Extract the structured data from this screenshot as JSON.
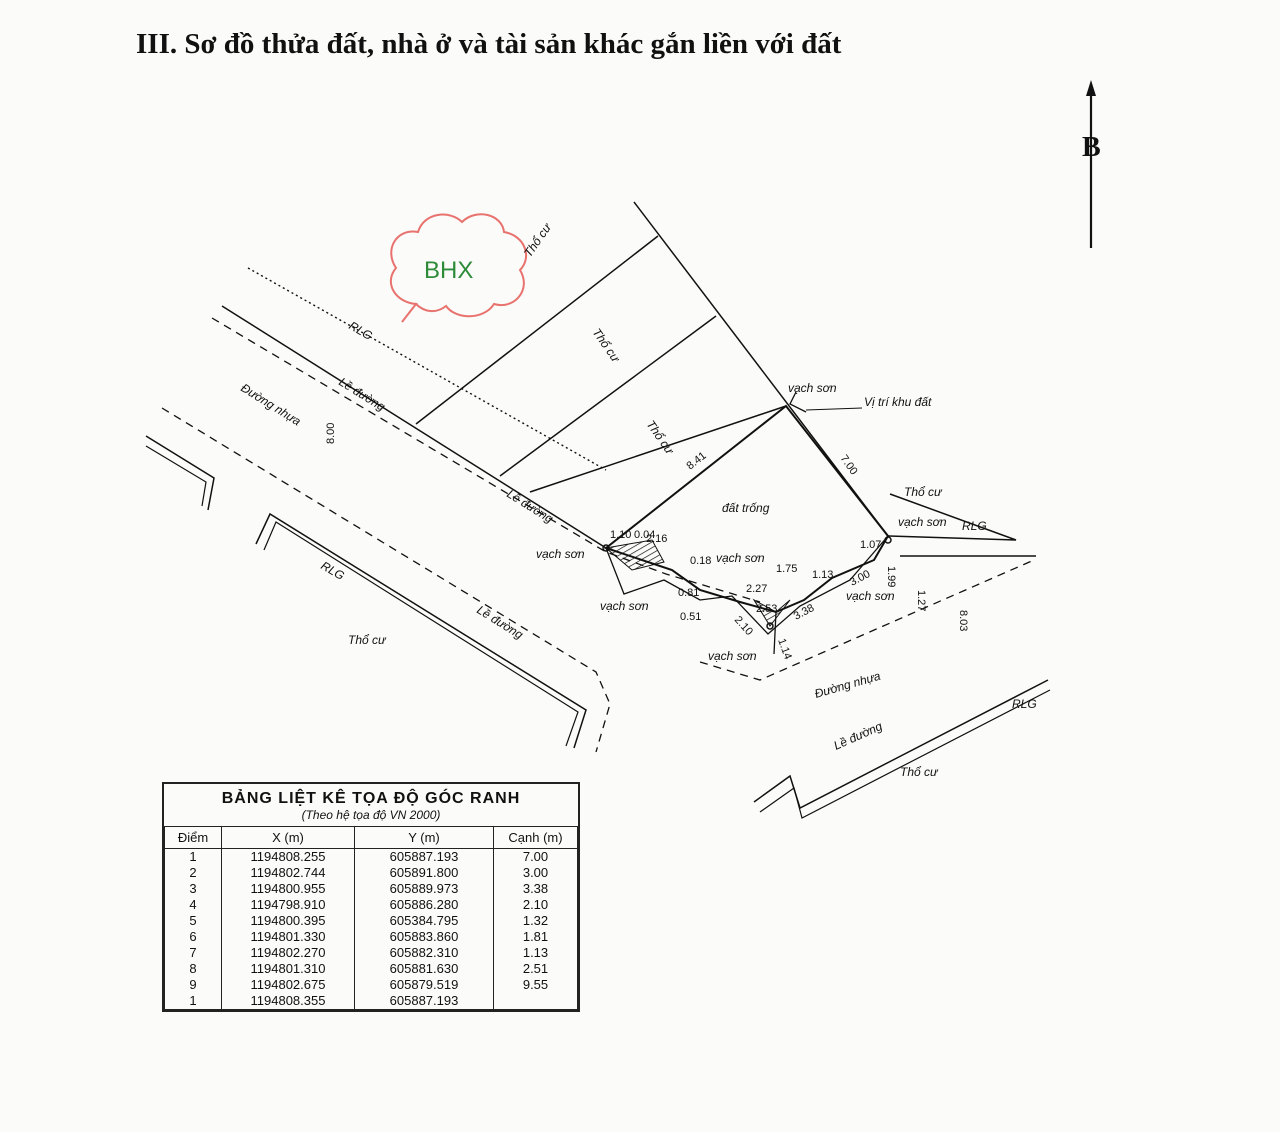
{
  "heading": "III. Sơ đồ thửa đất, nhà ở và tài sản khác gắn liền với đất",
  "north": "B",
  "stamp": "BHX",
  "map_labels": {
    "tho_cu": "Thổ cư",
    "rlg": "RLG",
    "le_duong": "Lề đường",
    "duong_nhua": "Đường nhựa",
    "vach_son": "vạch sơn",
    "vi_tri": "Vị trí khu đất",
    "dat_trong": "đất trống"
  },
  "dimensions": {
    "d_8_00": "8.00",
    "d_8_41": "8.41",
    "d_7_00": "7.00",
    "d_2_16": "2.16",
    "d_0_18": "0.18",
    "d_1_75": "1.75",
    "d_2_27": "2.27",
    "d_2_53": "2.53",
    "d_3_38": "3.38",
    "d_3_00": "3.00",
    "d_1_07": "1.07",
    "d_1_99": "1.99",
    "d_1_27": "1.27",
    "d_8_03": "8.03",
    "d_0_81": "0.81",
    "d_0_51": "0.51",
    "d_2_10": "2.10",
    "d_1_14": "1.14",
    "d_1_13": "1.13",
    "d_1_10": "1.10",
    "d_0_04": "0.04"
  },
  "colors": {
    "ink": "#111111",
    "stamp": "#e8726e",
    "stamp_text": "#2e8b3a"
  },
  "table": {
    "title": "BẢNG LIỆT KÊ TỌA ĐỘ GÓC RANH",
    "subtitle": "(Theo hệ tọa độ VN 2000)",
    "headers": [
      "Điểm",
      "X (m)",
      "Y (m)",
      "Cạnh (m)"
    ],
    "rows": [
      [
        "1",
        "1194808.255",
        "605887.193",
        "7.00"
      ],
      [
        "2",
        "1194802.744",
        "605891.800",
        "3.00"
      ],
      [
        "3",
        "1194800.955",
        "605889.973",
        "3.38"
      ],
      [
        "4",
        "1194798.910",
        "605886.280",
        "2.10"
      ],
      [
        "5",
        "1194800.395",
        "605384.795",
        "1.32"
      ],
      [
        "6",
        "1194801.330",
        "605883.860",
        "1.81"
      ],
      [
        "7",
        "1194802.270",
        "605882.310",
        "1.13"
      ],
      [
        "8",
        "1194801.310",
        "605881.630",
        "2.51"
      ],
      [
        "9",
        "1194802.675",
        "605879.519",
        "9.55"
      ],
      [
        "1",
        "1194808.355",
        "605887.193",
        ""
      ]
    ]
  }
}
